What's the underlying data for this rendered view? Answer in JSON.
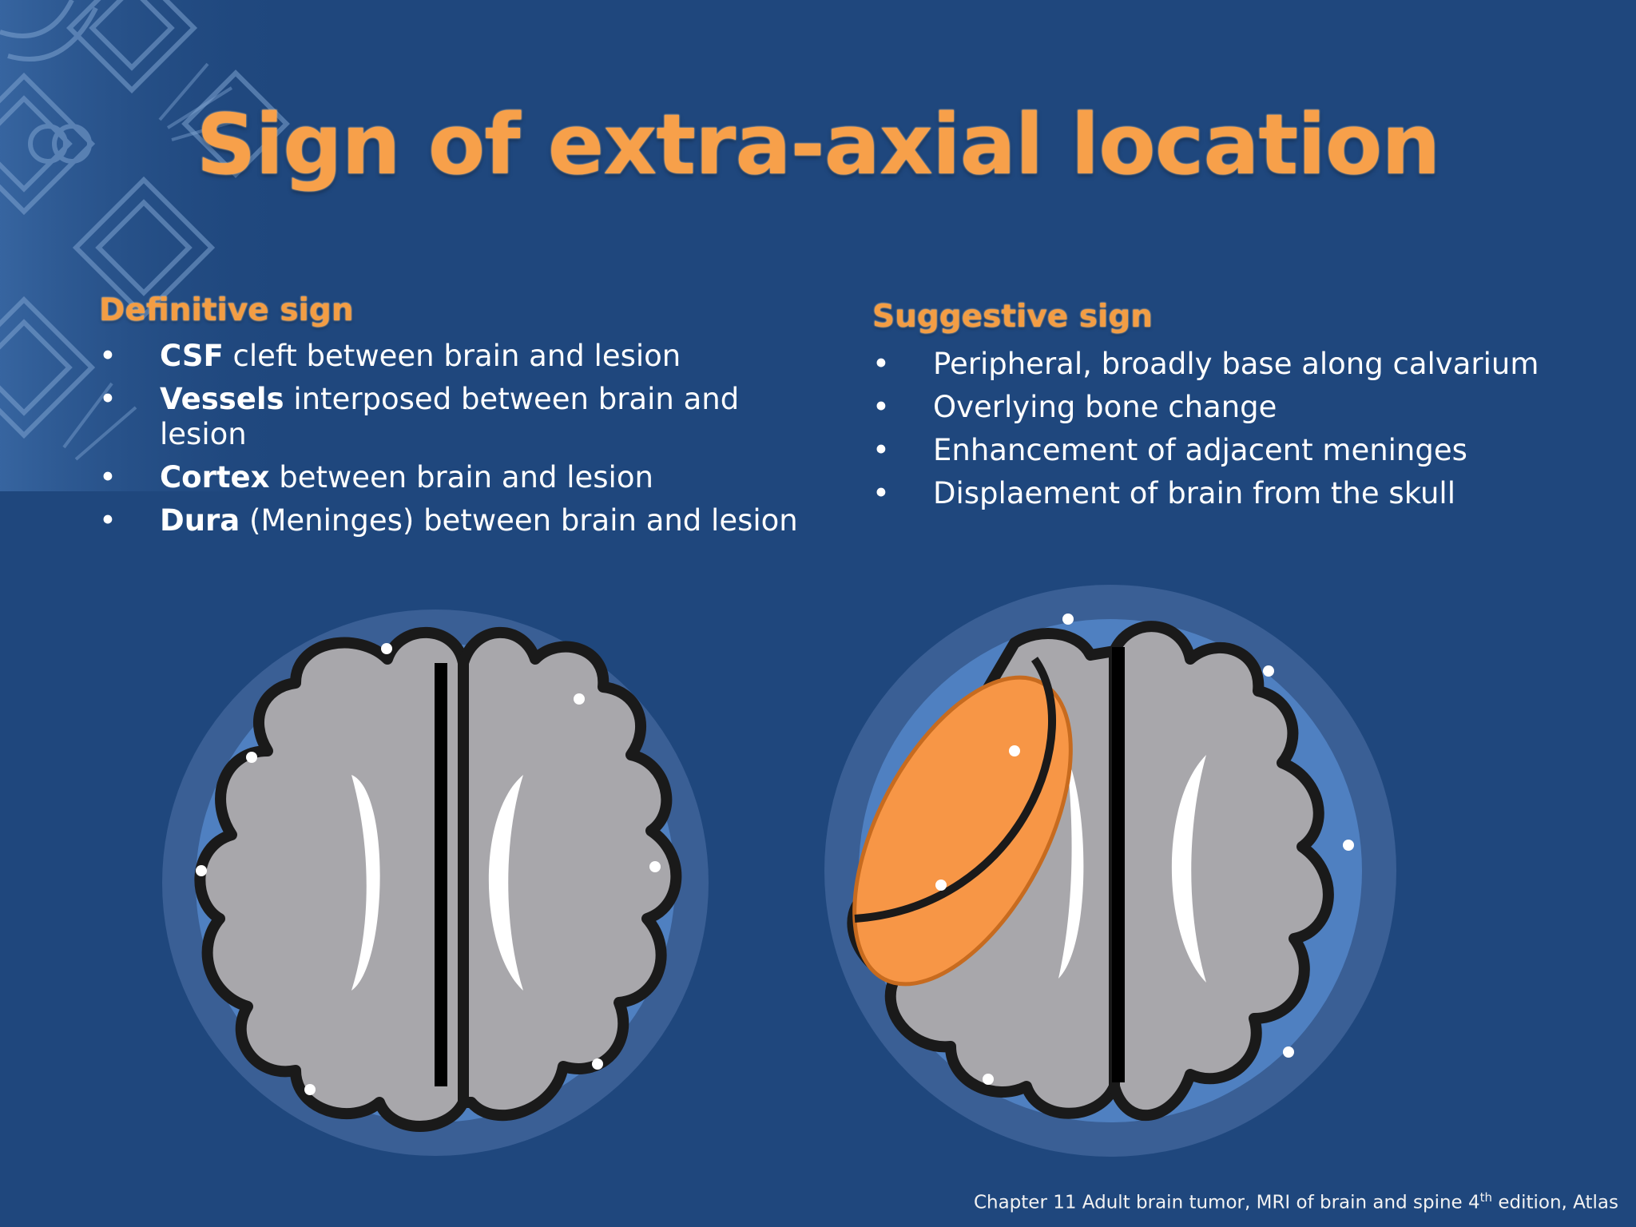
{
  "slide": {
    "title": "Sign of extra-axial location",
    "background_color": "#1f477d",
    "accent_color": "#f39d44"
  },
  "definitive": {
    "heading": "Definitive sign",
    "items": [
      {
        "bold": "CSF",
        "text": " cleft between brain and lesion"
      },
      {
        "bold": "Vessels",
        "text": " interposed between brain and lesion"
      },
      {
        "bold": "Cortex",
        "text": " between brain and lesion"
      },
      {
        "bold": "Dura",
        "text": " (Meninges) between brain and lesion"
      }
    ]
  },
  "suggestive": {
    "heading": "Suggestive sign",
    "items": [
      {
        "text": "Peripheral, broadly base along calvarium"
      },
      {
        "text": "Overlying bone change"
      },
      {
        "text": "Enhancement of adjacent meninges"
      },
      {
        "text": "Displaement of brain from the skull"
      }
    ]
  },
  "bullet_symbol": "•",
  "citation": {
    "text": "Chapter 11 Adult brain tumor, MRI of brain and spine 4",
    "superscript": "th",
    "text_after": " edition, Atlas"
  },
  "illustrations": {
    "normal_brain_icon": "brain-axial-diagram-icon",
    "lesion_brain_icon": "brain-with-extra-axial-lesion-icon",
    "lesion_color": "#f79646"
  }
}
